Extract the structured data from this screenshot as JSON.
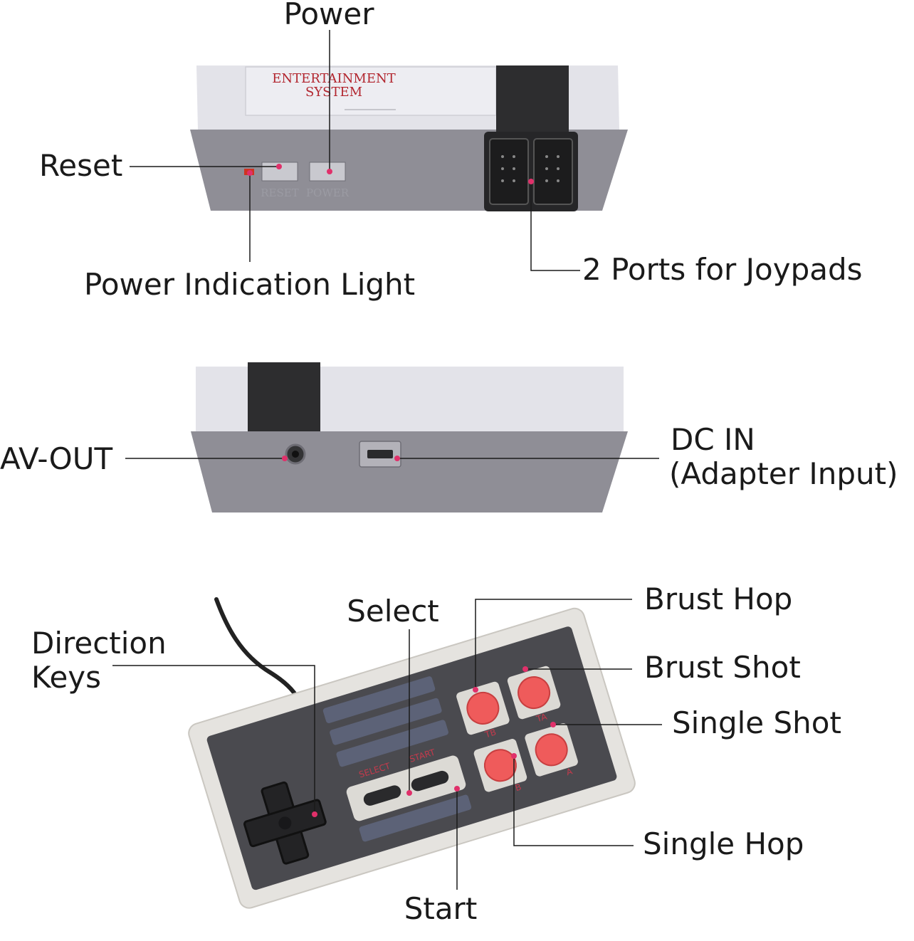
{
  "console_top": {
    "brand_line1": "ENTERTAINMENT",
    "brand_line2": "SYSTEM",
    "reset_label": "RESET",
    "power_label": "POWER"
  },
  "labels": {
    "power": "Power",
    "reset": "Reset",
    "power_light": "Power Indication Light",
    "ports": "2 Ports for Joypads",
    "av_out": "AV-OUT",
    "dc_in_line1": "DC IN",
    "dc_in_line2": "(Adapter Input)",
    "direction_line1": "Direction",
    "direction_line2": "Keys",
    "select": "Select",
    "start": "Start",
    "brust_hop": "Brust Hop",
    "brust_shot": "Brust Shot",
    "single_shot": "Single Shot",
    "single_hop": "Single Hop"
  },
  "controller": {
    "select_label": "SELECT",
    "start_label": "START",
    "tb_label": "TB",
    "ta_label": "TA",
    "b_label": "B",
    "a_label": "A"
  },
  "colors": {
    "console_light": "#e4e4ea",
    "console_dark": "#8d8c94",
    "accent_red": "#ef5b5b",
    "leader_dot": "#e0306a"
  }
}
